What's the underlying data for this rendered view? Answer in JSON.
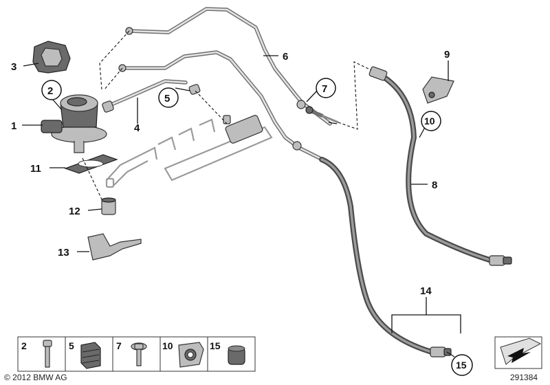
{
  "callouts": {
    "n1": "1",
    "n2": "2",
    "n3": "3",
    "n4": "4",
    "n5": "5",
    "n6": "6",
    "n7": "7",
    "n8": "8",
    "n9": "9",
    "n10": "10",
    "n11": "11",
    "n12": "12",
    "n13": "13",
    "n14": "14",
    "n15": "15"
  },
  "legend": {
    "items": [
      {
        "label": "2",
        "icon": "bolt-icon"
      },
      {
        "label": "5",
        "icon": "grommet-icon"
      },
      {
        "label": "7",
        "icon": "flange-bolt-icon"
      },
      {
        "label": "10",
        "icon": "clip-nut-icon"
      },
      {
        "label": "15",
        "icon": "sleeve-icon"
      }
    ]
  },
  "footer": {
    "copyright": "© 2012 BMW AG",
    "diagram_number": "291384"
  },
  "colors": {
    "pipe": "#6f6f6f",
    "hose": "#4a4a4a",
    "part": "#bdbdbd",
    "text": "#111111"
  }
}
